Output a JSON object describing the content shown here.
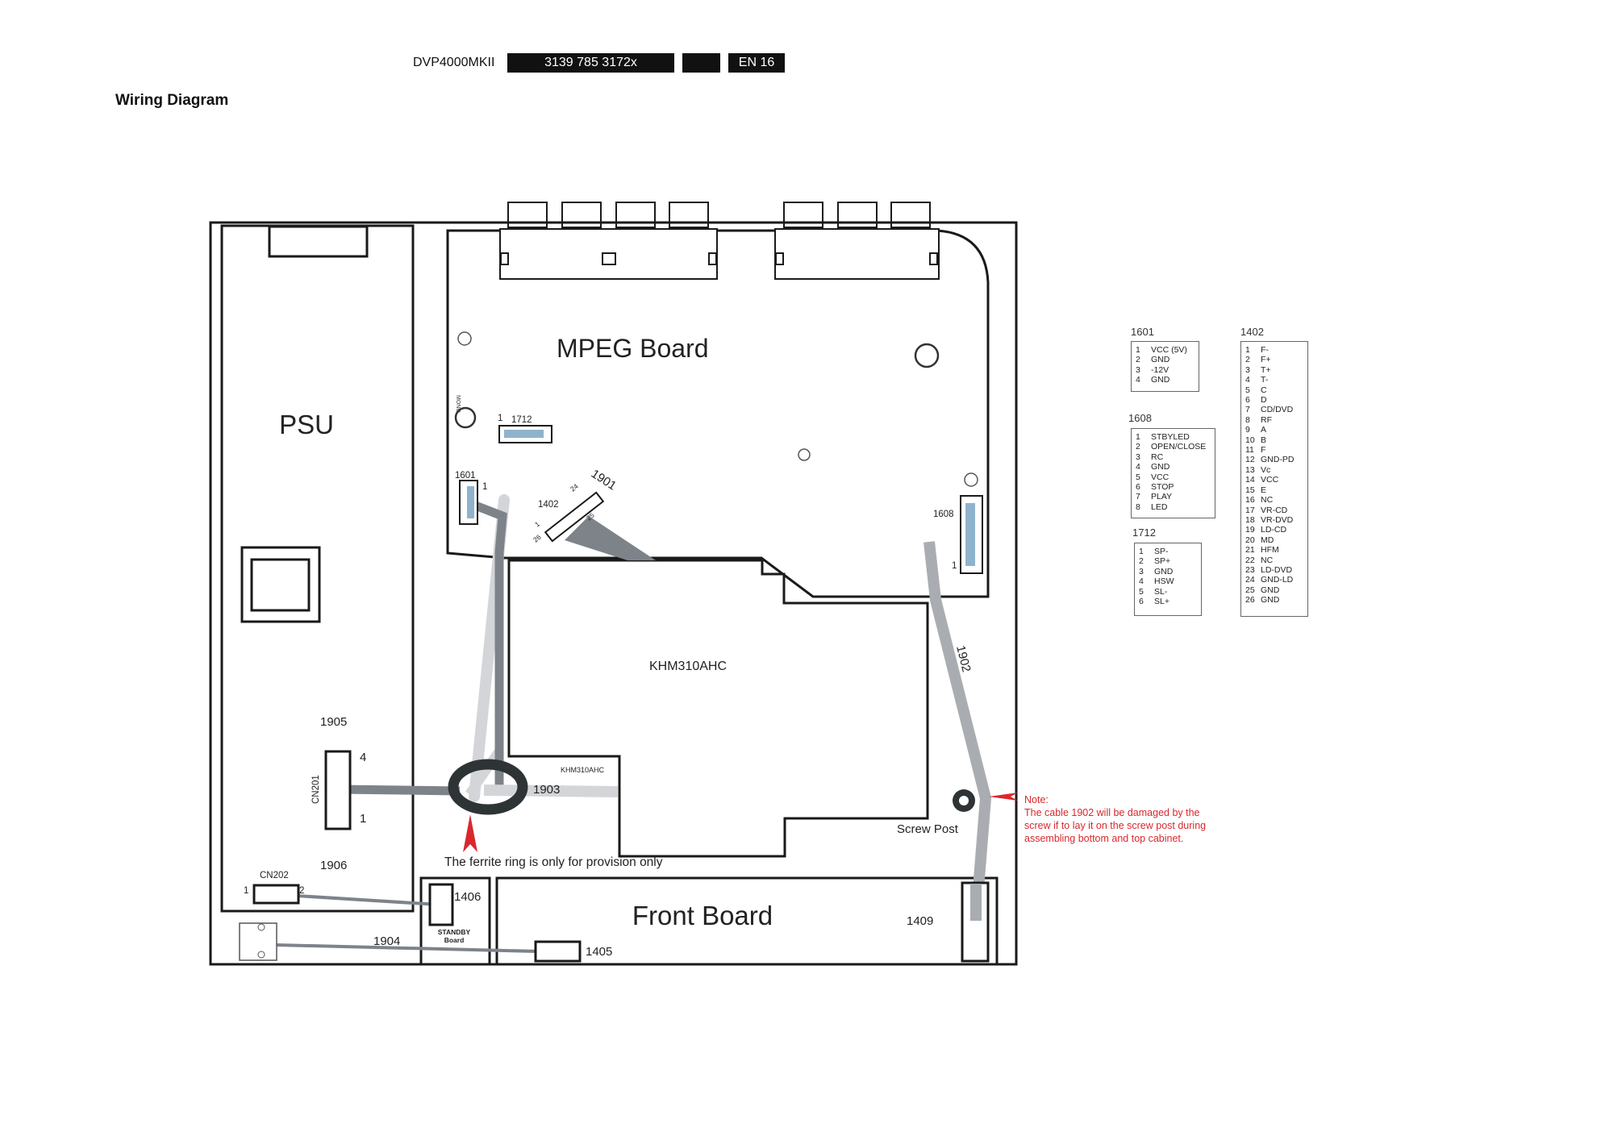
{
  "header": {
    "model": "DVP4000MKII",
    "doc_number": "3139 785 3172x",
    "blank": "",
    "page": "EN 16"
  },
  "page_title": "Wiring Diagram",
  "diagram": {
    "psu_label": "PSU",
    "mpeg_label": "MPEG Board",
    "loader_label": "KHM310AHC",
    "loader_small_label": "KHM310AHC",
    "front_label": "Front Board",
    "standby_label_line1": "STANDBY",
    "standby_label_line2": "Board",
    "connectors": {
      "c1905": "1905",
      "c1906": "1906",
      "cn201": "CN201",
      "cn201_pin_top": "4",
      "cn201_pin_bottom": "1",
      "cn202": "CN202",
      "cn202_pin1": "1",
      "cn202_pin2": "2",
      "c1601": "1601",
      "c1601_pin": "1",
      "c1712": "1712",
      "c1712_pin": "1",
      "c1402": "1402",
      "c1402_pin24": "24",
      "c1402_pin25": "25",
      "c1402_pin1": "1",
      "c1402_pin26": "26",
      "c1608": "1608",
      "c1608_pin": "1",
      "c1406": "1406",
      "c1405": "1405",
      "c1409": "1409",
      "cable_1901": "1901",
      "cable_1902": "1902",
      "cable_1903": "1903",
      "cable_1904": "1904",
      "mono": "MONO"
    },
    "ferrite_note": "The ferrite ring is only for provision only",
    "screw_post": "Screw Post",
    "note_title": "Note:",
    "note_lines": [
      "The cable 1902 will be damaged by the",
      "screw if to lay it on the screw post during",
      "assembling bottom and top cabinet."
    ],
    "colors": {
      "outline": "#1a1a1a",
      "cable_dark": "#7d8389",
      "cable_light": "#d3d5d8",
      "cable_mid": "#a9adb2",
      "ferrite": "#2e3336",
      "note_red": "#d9282d",
      "pin_blue": "#8fb3cc"
    }
  },
  "pin_tables": [
    {
      "title": "1601",
      "rows": [
        [
          "1",
          "VCC (5V)"
        ],
        [
          "2",
          "GND"
        ],
        [
          "3",
          "-12V"
        ],
        [
          "4",
          "GND"
        ]
      ]
    },
    {
      "title": "1608",
      "rows": [
        [
          "1",
          "STBYLED"
        ],
        [
          "2",
          "OPEN/CLOSE"
        ],
        [
          "3",
          "RC"
        ],
        [
          "4",
          "GND"
        ],
        [
          "5",
          "VCC"
        ],
        [
          "6",
          "STOP"
        ],
        [
          "7",
          "PLAY"
        ],
        [
          "8",
          "LED"
        ]
      ]
    },
    {
      "title": "1712",
      "rows": [
        [
          "1",
          "SP-"
        ],
        [
          "2",
          "SP+"
        ],
        [
          "3",
          "GND"
        ],
        [
          "4",
          "HSW"
        ],
        [
          "5",
          "SL-"
        ],
        [
          "6",
          "SL+"
        ]
      ]
    },
    {
      "title": "1402",
      "rows": [
        [
          "1",
          "F-"
        ],
        [
          "2",
          "F+"
        ],
        [
          "3",
          "T+"
        ],
        [
          "4",
          "T-"
        ],
        [
          "5",
          "C"
        ],
        [
          "6",
          "D"
        ],
        [
          "7",
          "CD/DVD"
        ],
        [
          "8",
          "RF"
        ],
        [
          "9",
          "A"
        ],
        [
          "10",
          "B"
        ],
        [
          "11",
          "F"
        ],
        [
          "12",
          "GND-PD"
        ],
        [
          "13",
          "Vc"
        ],
        [
          "14",
          "VCC"
        ],
        [
          "15",
          "E"
        ],
        [
          "16",
          "NC"
        ],
        [
          "17",
          "VR-CD"
        ],
        [
          "18",
          "VR-DVD"
        ],
        [
          "19",
          "LD-CD"
        ],
        [
          "20",
          "MD"
        ],
        [
          "21",
          "HFM"
        ],
        [
          "22",
          "NC"
        ],
        [
          "23",
          "LD-DVD"
        ],
        [
          "24",
          "GND-LD"
        ],
        [
          "25",
          "GND"
        ],
        [
          "26",
          "GND"
        ]
      ]
    }
  ]
}
